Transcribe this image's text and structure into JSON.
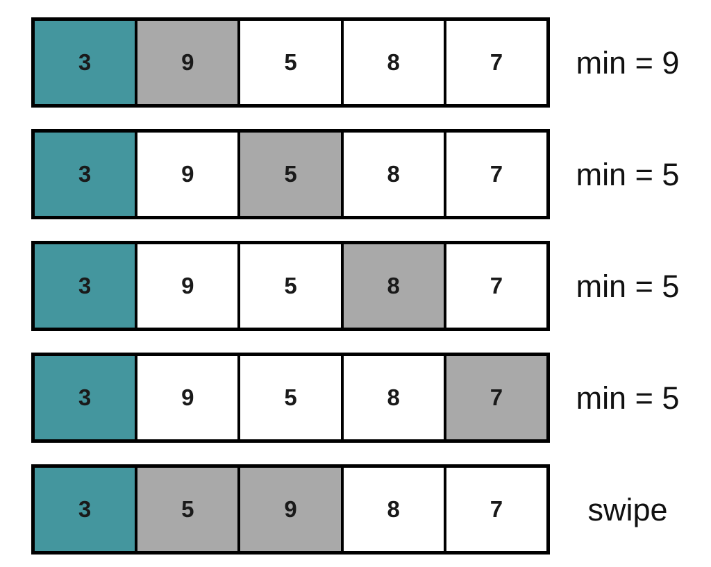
{
  "title": "selection-sort-step-diagram",
  "colors": {
    "teal": "#44969E",
    "gray": "#A9A9A9",
    "white": "#FFFFFF",
    "border": "#000000",
    "cell_text": "#1A1A1A",
    "label_text": "#111111"
  },
  "rows": [
    {
      "label": "min = 9",
      "cells": [
        {
          "value": "3",
          "fill": "teal"
        },
        {
          "value": "9",
          "fill": "gray"
        },
        {
          "value": "5",
          "fill": "white"
        },
        {
          "value": "8",
          "fill": "white"
        },
        {
          "value": "7",
          "fill": "white"
        }
      ]
    },
    {
      "label": "min = 5",
      "cells": [
        {
          "value": "3",
          "fill": "teal"
        },
        {
          "value": "9",
          "fill": "white"
        },
        {
          "value": "5",
          "fill": "gray"
        },
        {
          "value": "8",
          "fill": "white"
        },
        {
          "value": "7",
          "fill": "white"
        }
      ]
    },
    {
      "label": "min = 5",
      "cells": [
        {
          "value": "3",
          "fill": "teal"
        },
        {
          "value": "9",
          "fill": "white"
        },
        {
          "value": "5",
          "fill": "white"
        },
        {
          "value": "8",
          "fill": "gray"
        },
        {
          "value": "7",
          "fill": "white"
        }
      ]
    },
    {
      "label": "min = 5",
      "cells": [
        {
          "value": "3",
          "fill": "teal"
        },
        {
          "value": "9",
          "fill": "white"
        },
        {
          "value": "5",
          "fill": "white"
        },
        {
          "value": "8",
          "fill": "white"
        },
        {
          "value": "7",
          "fill": "gray"
        }
      ]
    },
    {
      "label": "swipe",
      "cells": [
        {
          "value": "3",
          "fill": "teal"
        },
        {
          "value": "5",
          "fill": "gray"
        },
        {
          "value": "9",
          "fill": "gray"
        },
        {
          "value": "8",
          "fill": "white"
        },
        {
          "value": "7",
          "fill": "white"
        }
      ]
    }
  ]
}
